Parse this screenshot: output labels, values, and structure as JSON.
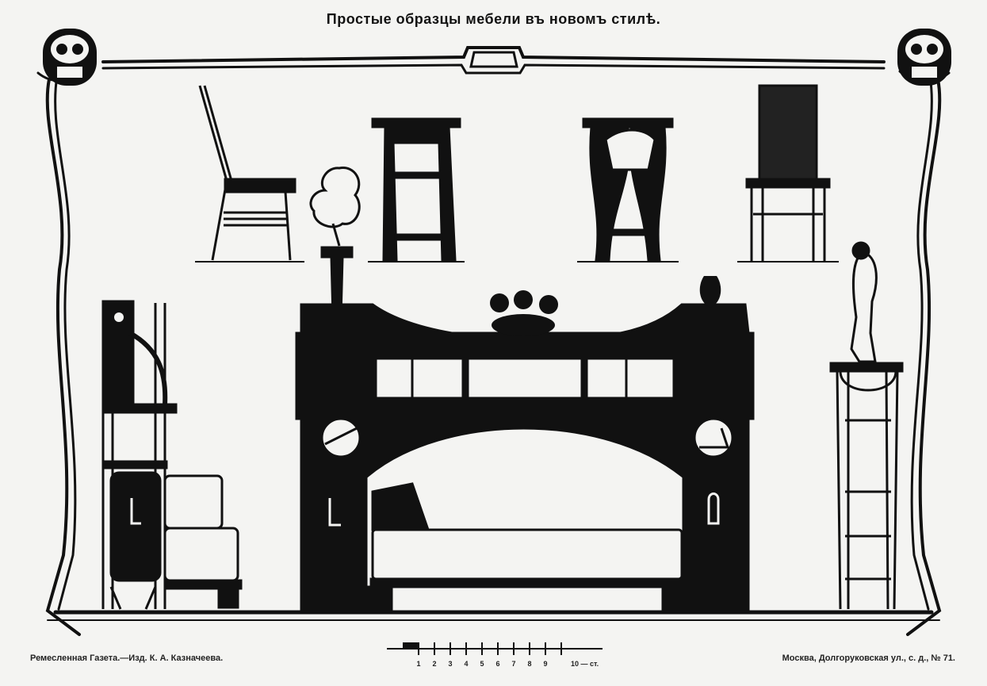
{
  "title": "Простые образцы мебели въ новомъ стилѣ.",
  "footer": {
    "left": "Ремесленная Газета.—Изд. К. А. Казначеева.",
    "right": "Москва, Долгоруковская ул., с. д., № 71."
  },
  "scale": {
    "ticks": [
      "1",
      "2",
      "3",
      "4",
      "5",
      "6",
      "7",
      "8",
      "9",
      "10"
    ],
    "unit": "10 — ст."
  }
}
